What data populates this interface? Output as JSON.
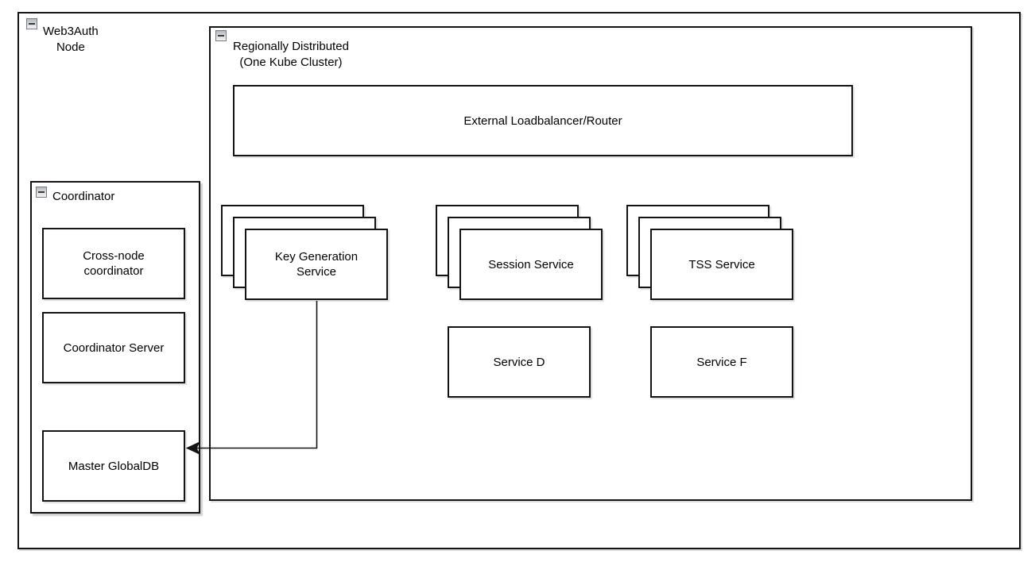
{
  "containers": {
    "web3auth": {
      "label": "Web3Auth\nNode"
    },
    "regional": {
      "label": "Regionally Distributed\n(One Kube Cluster)"
    },
    "coordinator": {
      "label": "Coordinator"
    }
  },
  "nodes": {
    "loadbalancer": {
      "label": "External Loadbalancer/Router"
    },
    "keygen": {
      "label": "Key Generation\nService",
      "replicas": 3
    },
    "session": {
      "label": "Session Service",
      "replicas": 3
    },
    "tss": {
      "label": "TSS Service",
      "replicas": 3
    },
    "service_d": {
      "label": "Service D"
    },
    "service_f": {
      "label": "Service F"
    },
    "cross_node": {
      "label": "Cross-node\ncoordinator"
    },
    "coordinator_server": {
      "label": "Coordinator Server"
    },
    "master_globaldb": {
      "label": "Master GlobalDB"
    }
  },
  "edges": [
    {
      "from": "Key Generation Service",
      "to": "Master GlobalDB",
      "style": "orthogonal",
      "arrowhead": "classic"
    }
  ],
  "icons": {
    "collapse": "minus"
  },
  "colors": {
    "border": "#141414",
    "background": "#ffffff",
    "text": "#000000",
    "shadow": "#cfcfcf",
    "collapse_top": "#b4b8bf",
    "collapse_bottom": "#f1f2f4"
  }
}
